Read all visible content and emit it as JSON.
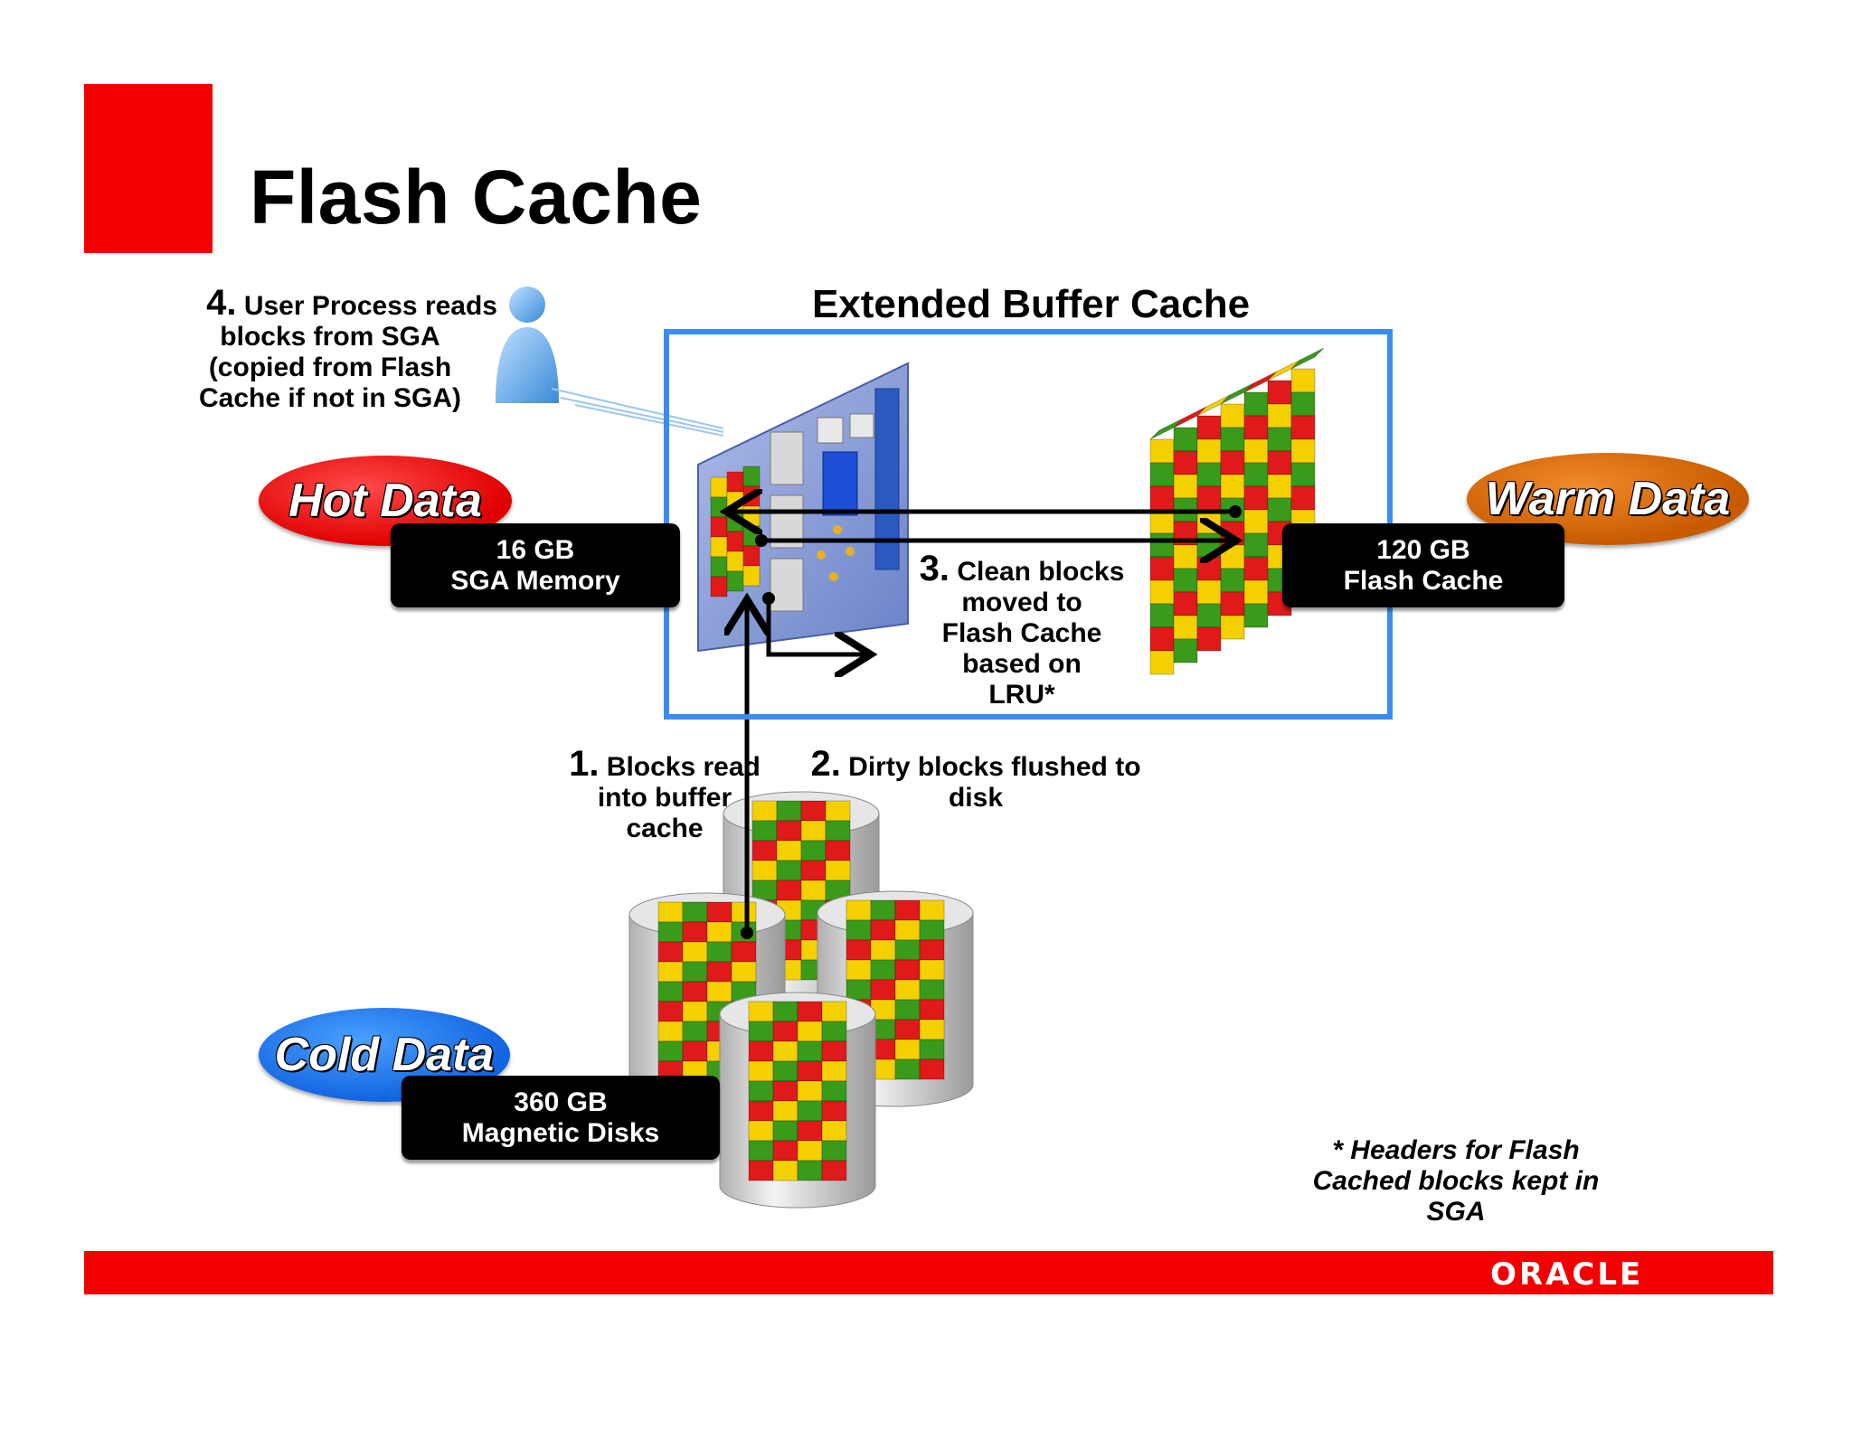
{
  "title": "Flash Cache",
  "extended_buffer_cache": "Extended Buffer Cache",
  "step4": {
    "num": "4.",
    "line1": "User Process reads",
    "line2": "blocks from SGA",
    "line3": "(copied from Flash",
    "line4": "Cache if not in SGA)"
  },
  "step3": {
    "num": "3.",
    "line1": "Clean blocks",
    "line2": "moved to",
    "line3": "Flash Cache",
    "line4": "based on",
    "line5": "LRU*"
  },
  "step1": {
    "num": "1.",
    "line1": "Blocks read",
    "line2": "into buffer",
    "line3": "cache"
  },
  "step2": {
    "num": "2.",
    "line1": "Dirty blocks flushed to",
    "line2": "disk"
  },
  "hot": {
    "label": "Hot Data",
    "size": "16 GB",
    "name": "SGA Memory"
  },
  "warm": {
    "label": "Warm Data",
    "size": "120 GB",
    "name": "Flash Cache"
  },
  "cold": {
    "label": "Cold Data",
    "size": "360 GB",
    "name": "Magnetic Disks"
  },
  "note": {
    "line1": "* Headers for Flash",
    "line2": "Cached blocks kept in",
    "line3": "SGA"
  },
  "logo": "ORACLE",
  "colors": {
    "accent_red": "#f20000",
    "box_blue": "#3b8cf0",
    "hot": "#e00000",
    "warm": "#c85a00",
    "cold": "#1264e0",
    "cube_red": "#e01a1a",
    "cube_yellow": "#f5d000",
    "cube_green": "#3a9a1a"
  }
}
